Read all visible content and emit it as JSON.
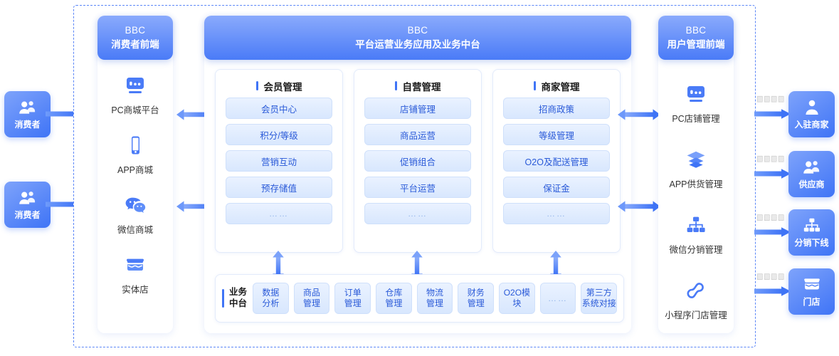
{
  "left_actors": [
    {
      "label": "消费者",
      "icon": "users-icon"
    },
    {
      "label": "消费者",
      "icon": "users-icon"
    }
  ],
  "left_frontend": {
    "head_line1": "BBC",
    "head_line2": "消费者前端",
    "channels": [
      {
        "label": "PC商城平台",
        "icon": "monitor-icon"
      },
      {
        "label": "APP商城",
        "icon": "mobile-icon"
      },
      {
        "label": "微信商城",
        "icon": "wechat-icon"
      },
      {
        "label": "实体店",
        "icon": "store-icon"
      }
    ]
  },
  "center": {
    "head_line1": "BBC",
    "head_line2": "平台运营业务应用及业务中台",
    "columns": [
      {
        "title": "会员管理",
        "items": [
          "会员中心",
          "积分/等级",
          "营销互动",
          "预存储值",
          "……"
        ]
      },
      {
        "title": "自营管理",
        "items": [
          "店铺管理",
          "商品运营",
          "促销组合",
          "平台运营",
          "……"
        ]
      },
      {
        "title": "商家管理",
        "items": [
          "招商政策",
          "等级管理",
          "O2O及配送管理",
          "保证金",
          "……"
        ]
      }
    ],
    "midplatform": {
      "title": "业务中台",
      "chips": [
        "数据分析",
        "商品管理",
        "订单管理",
        "仓库管理",
        "物流管理",
        "财务管理",
        "O2O模块",
        "……",
        "第三方系统对接"
      ]
    }
  },
  "right_frontend": {
    "head_line1": "BBC",
    "head_line2": "用户管理前端",
    "modules": [
      {
        "label": "PC店铺管理",
        "icon": "monitor-icon"
      },
      {
        "label": "APP供货管理",
        "icon": "layers-icon"
      },
      {
        "label": "微信分销管理",
        "icon": "sitemap-icon"
      },
      {
        "label": "小程序门店管理",
        "icon": "miniprogram-icon"
      }
    ]
  },
  "right_actors": [
    {
      "label": "入驻商家",
      "icon": "user-tie-icon"
    },
    {
      "label": "供应商",
      "icon": "users-icon"
    },
    {
      "label": "分销下线",
      "icon": "sitemap-icon"
    },
    {
      "label": "门店",
      "icon": "store-icon"
    }
  ],
  "colors": {
    "accent": "#3f74f6",
    "accent_light": "#8aaafc",
    "pill_text": "#2a5ad8",
    "pill_bg": "#e3eefd",
    "frame_border": "#5b86f7"
  }
}
